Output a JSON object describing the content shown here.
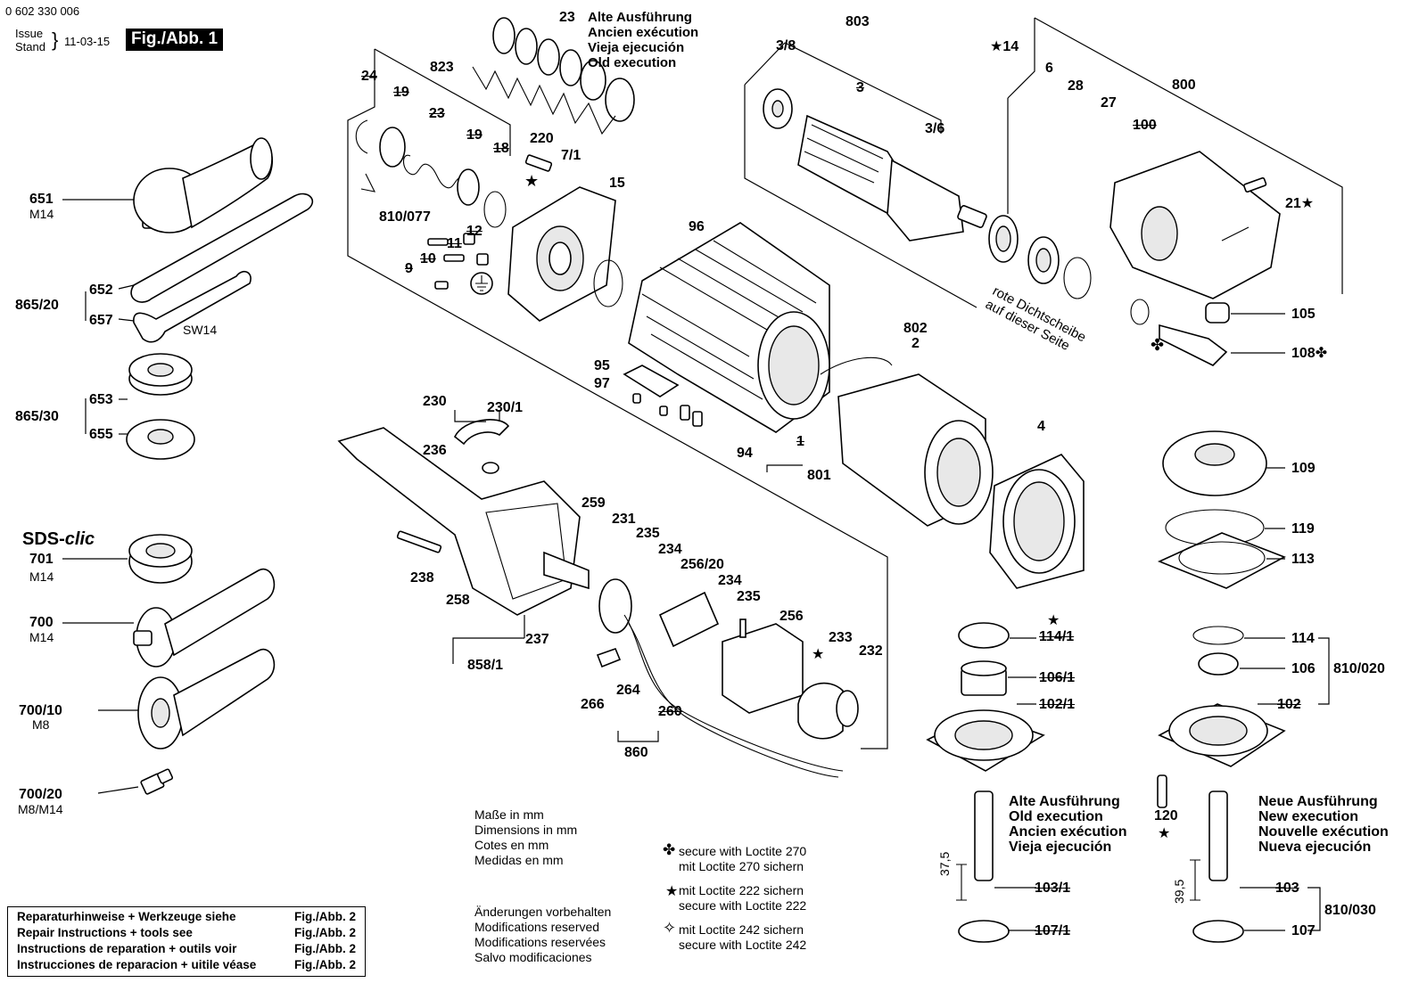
{
  "header": {
    "part_number": "0 602 330 006",
    "issue_label": "Issue",
    "stand_label": "Stand",
    "date": "11-03-15",
    "figure_label": "Fig./Abb. 1"
  },
  "old_execution_top": {
    "number": "23",
    "lines": "Alte Ausführung\nAncien exécution\nVieja ejecución\nOld execution"
  },
  "left_column": {
    "p651": "651",
    "m651": "M14",
    "p652": "652",
    "p865_20": "865/20",
    "p657": "657",
    "sw14": "SW14",
    "p653": "653",
    "p865_30": "865/30",
    "p655": "655",
    "sds_prefix": "SDS-",
    "sds_suffix": "clic",
    "p701": "701",
    "m701": "M14",
    "p700": "700",
    "m700": "M14",
    "p700_10": "700/10",
    "m700_10": "M8",
    "p700_20": "700/20",
    "m700_20": "M8/M14"
  },
  "labels": {
    "p24": "24",
    "p19a": "19",
    "p823": "823",
    "p23b": "23",
    "p19b": "19",
    "p18": "18",
    "p220": "220",
    "p7_1": "7/1",
    "p15": "15",
    "p810_077": "810/077",
    "p12": "12",
    "p11": "11",
    "p10": "10",
    "p9": "9",
    "p96": "96",
    "p95": "95",
    "p97": "97",
    "p94": "94",
    "p1": "1",
    "p801": "801",
    "p803": "803",
    "p3_8": "3/8",
    "p3": "3",
    "p3_6": "3/6",
    "p14": "★14",
    "p6": "6",
    "p28": "28",
    "p27": "27",
    "p800": "800",
    "p100": "100",
    "p21": "21★",
    "p802": "802",
    "p2": "2",
    "p4": "4",
    "p105": "105",
    "p108": "108✤",
    "p109": "109",
    "p119": "119",
    "p113": "113",
    "p114_1": "114/1",
    "p106_1": "106/1",
    "p102_1": "102/1",
    "p114": "114",
    "p106": "106",
    "p102": "102",
    "p810_020": "810/020",
    "p120": "120",
    "p103_1": "103/1",
    "p107_1": "107/1",
    "p103": "103",
    "p107": "107",
    "p810_030": "810/030",
    "dim37": "37,5",
    "dim39": "39,5",
    "p230": "230",
    "p230_1": "230/1",
    "p236": "236",
    "p238": "238",
    "p259": "259",
    "p231": "231",
    "p235a": "235",
    "p234a": "234",
    "p256_20": "256/20",
    "p234b": "234",
    "p235b": "235",
    "p256": "256",
    "p233": "233",
    "p232": "232",
    "p258": "258",
    "p237": "237",
    "p858_1": "858/1",
    "p266": "266",
    "p264": "264",
    "p260": "260",
    "p860": "860"
  },
  "seal_note": "rote Dichtscheibe\nauf dieser Seite",
  "old_execution_bottom": "Alte Ausführung\nOld execution\nAncien exécution\nVieja ejecución",
  "new_execution": "Neue Ausführung\nNew execution\nNouvelle exécution\nNueva ejecución",
  "dimensions_note": "Maße in mm\nDimensions in mm\nCotes en mm\nMedidas en mm",
  "modifications_note": "Änderungen vorbehalten\nModifications reserved\nModifications reservées\nSalvo modificaciones",
  "loctite": {
    "l270": "secure with Loctite 270\nmit Loctite 270 sichern",
    "l222": "mit Loctite 222 sichern\nsecure with Loctite 222",
    "l242": "mit Loctite 242 sichern\nsecure with Loctite 242"
  },
  "repair_box": {
    "rows": [
      {
        "text": "Reparaturhinweise + Werkzeuge siehe",
        "ref": "Fig./Abb. 2"
      },
      {
        "text": "Repair Instructions + tools see",
        "ref": "Fig./Abb. 2"
      },
      {
        "text": "Instructions de reparation + outils voir",
        "ref": "Fig./Abb. 2"
      },
      {
        "text": "Instrucciones de reparacion + uitile véase",
        "ref": "Fig./Abb. 2"
      }
    ]
  }
}
